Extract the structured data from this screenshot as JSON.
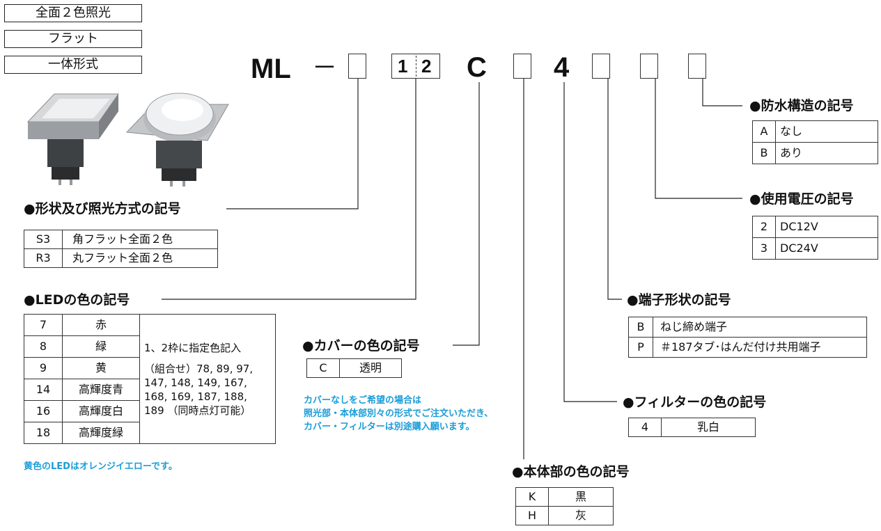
{
  "tags": [
    "全面２色照光",
    "フラット",
    "一体形式"
  ],
  "model": {
    "prefix": "ML",
    "dash": "－",
    "led_digits": [
      "1",
      "2"
    ],
    "cover_char": "C",
    "filter_char": "4"
  },
  "shape": {
    "heading": "●形状及び照光方式の記号",
    "rows": [
      {
        "code": "S3",
        "desc": "角フラット全面２色"
      },
      {
        "code": "R3",
        "desc": "丸フラット全面２色"
      }
    ]
  },
  "led": {
    "heading": "●LEDの色の記号",
    "rows": [
      {
        "code": "7",
        "desc": "赤"
      },
      {
        "code": "8",
        "desc": "緑"
      },
      {
        "code": "9",
        "desc": "黄"
      },
      {
        "code": "14",
        "desc": "高輝度青"
      },
      {
        "code": "16",
        "desc": "高輝度白"
      },
      {
        "code": "18",
        "desc": "高輝度緑"
      }
    ],
    "side_lines": [
      "1、2枠に指定色記入",
      "（組合せ）78, 89, 97,",
      "147, 148, 149, 167,",
      "168, 169, 187, 188,",
      "189 （同時点灯可能）"
    ],
    "note": "黄色のLEDはオレンジイエローです。"
  },
  "cover": {
    "heading": "●カバーの色の記号",
    "rows": [
      {
        "code": "C",
        "desc": "透明"
      }
    ],
    "notes": [
      "カバーなしをご希望の場合は",
      "照光部・本体部別々の形式でご注文いただき、",
      "カバー・フィルターは別途購入願います。"
    ]
  },
  "body_color": {
    "heading": "●本体部の色の記号",
    "rows": [
      {
        "code": "K",
        "desc": "黒"
      },
      {
        "code": "H",
        "desc": "灰"
      }
    ]
  },
  "filter": {
    "heading": "●フィルターの色の記号",
    "rows": [
      {
        "code": "4",
        "desc": "乳白"
      }
    ]
  },
  "terminal": {
    "heading": "●端子形状の記号",
    "rows": [
      {
        "code": "B",
        "desc": "ねじ締め端子"
      },
      {
        "code": "P",
        "desc": "＃187タブ･はんだ付け共用端子"
      }
    ]
  },
  "voltage": {
    "heading": "●使用電圧の記号",
    "rows": [
      {
        "code": "2",
        "desc": "DC12V"
      },
      {
        "code": "3",
        "desc": "DC24V"
      }
    ]
  },
  "waterproof": {
    "heading": "●防水構造の記号",
    "rows": [
      {
        "code": "A",
        "desc": "なし"
      },
      {
        "code": "B",
        "desc": "あり"
      }
    ]
  },
  "colors": {
    "note_blue": "#1a9cd8",
    "line": "#222222"
  }
}
